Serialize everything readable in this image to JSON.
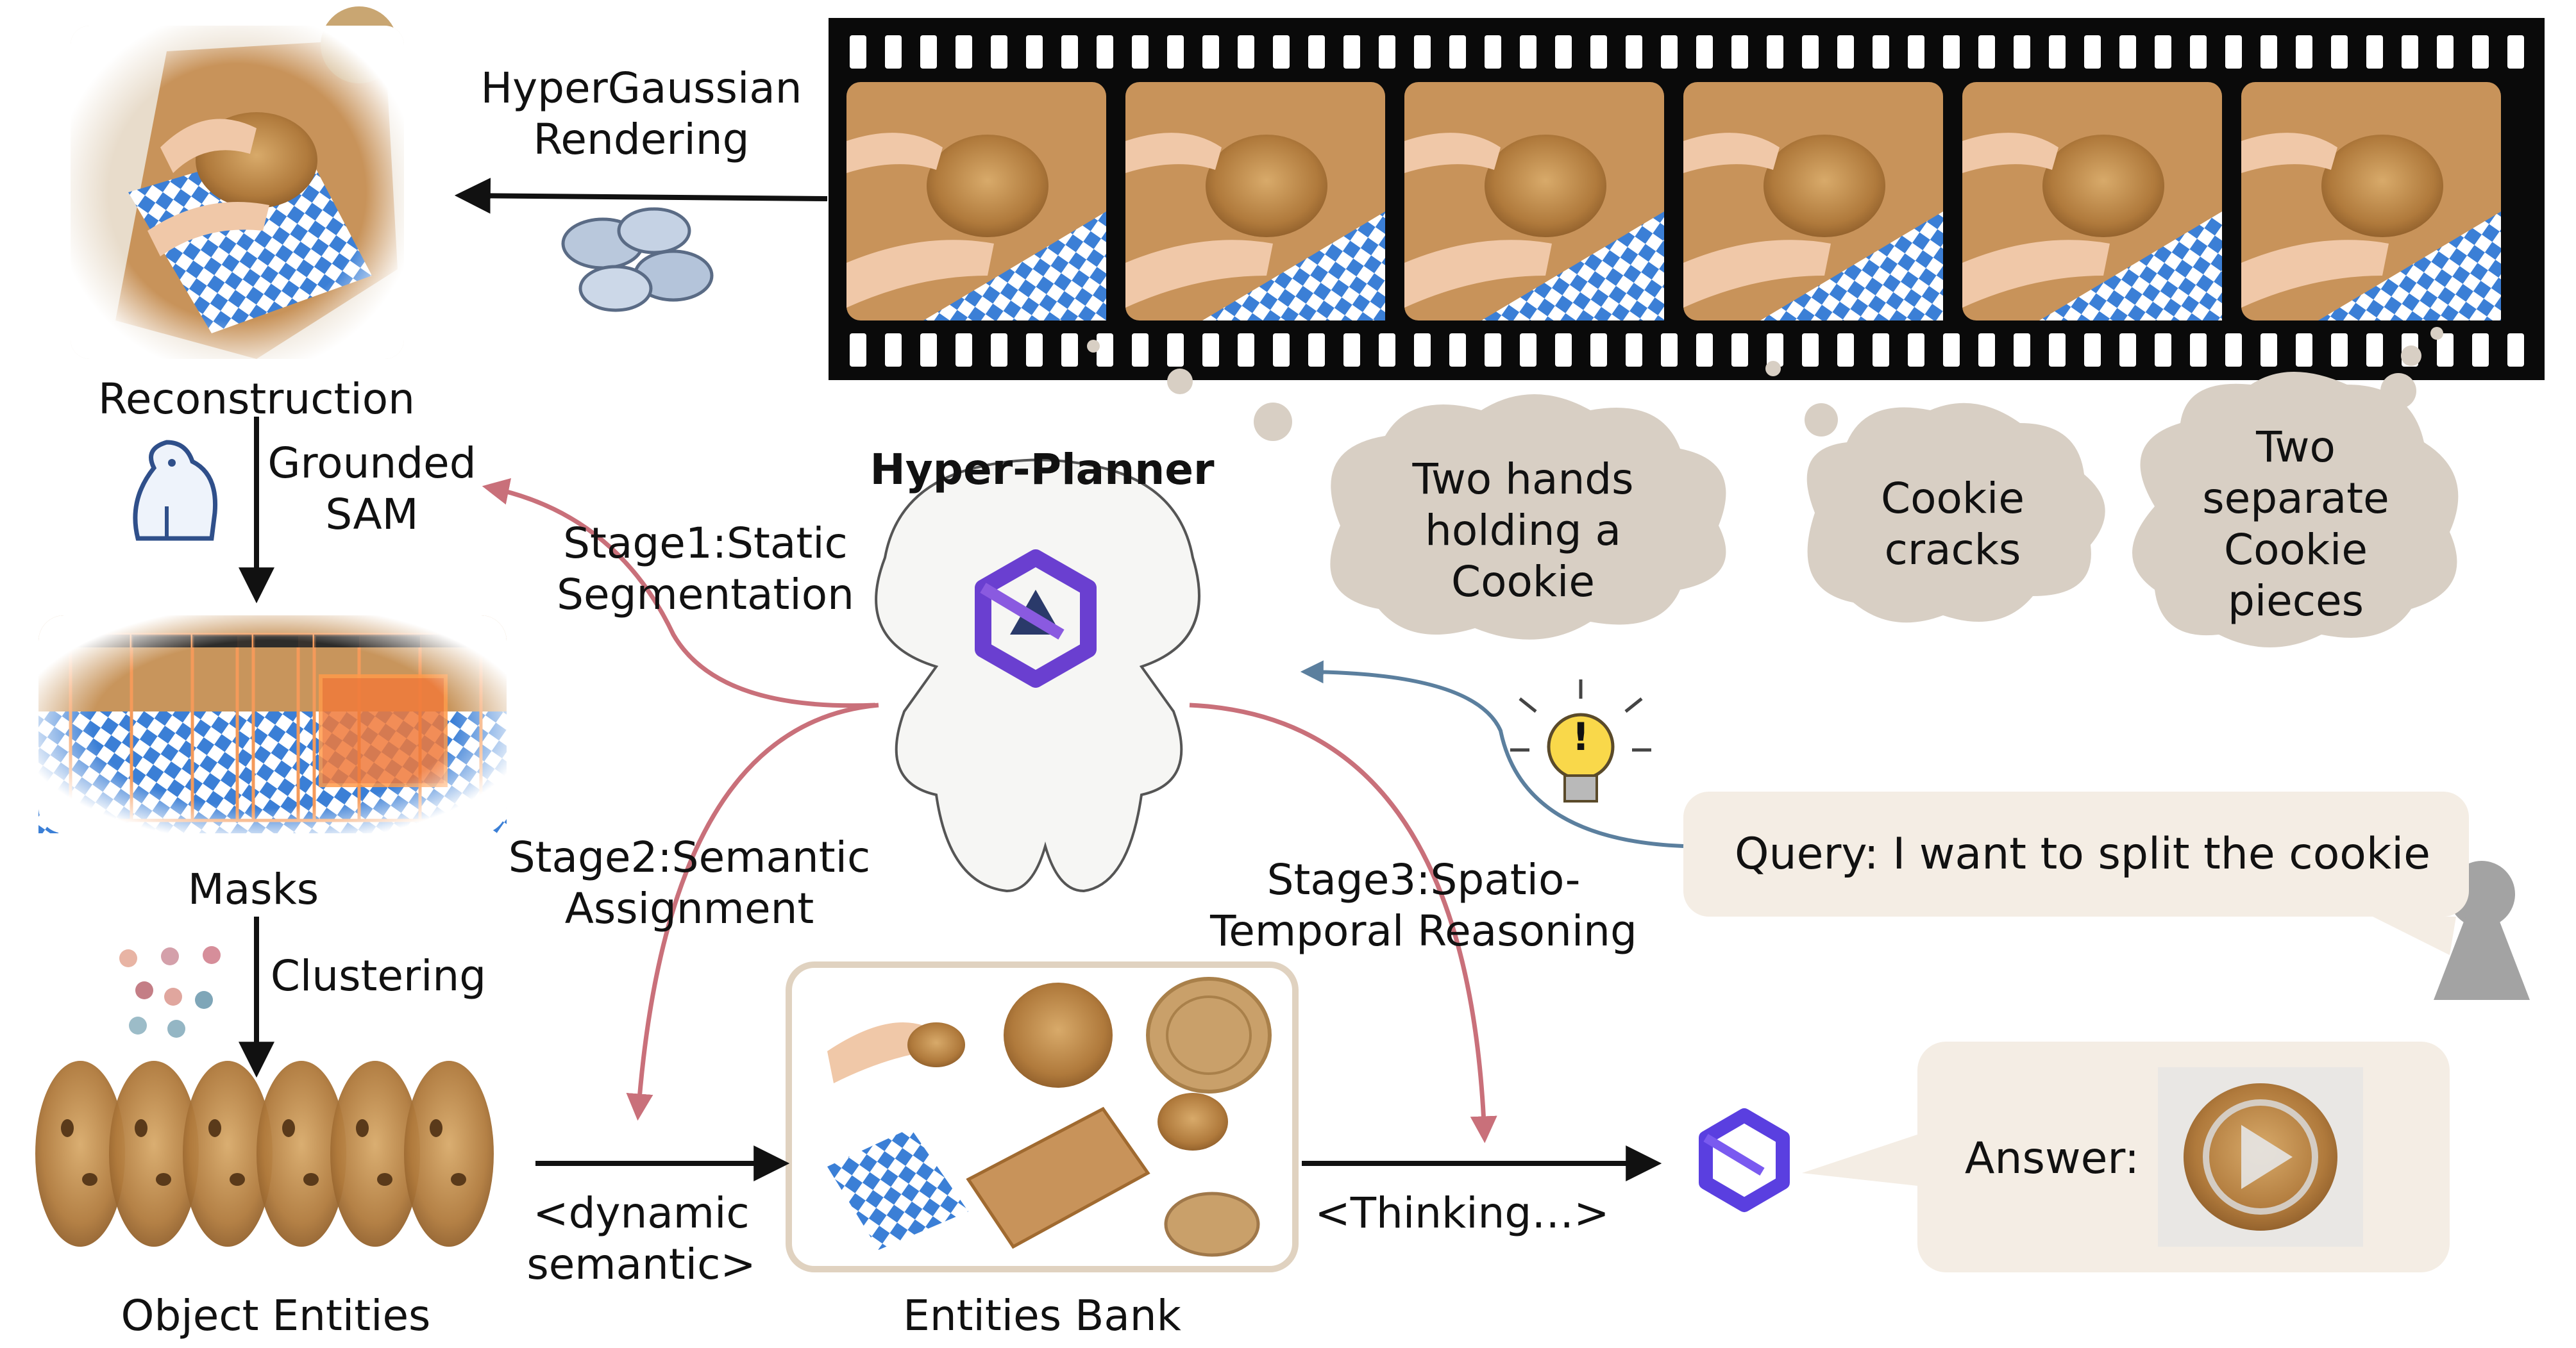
{
  "labels": {
    "hypergaussian_line1": "HyperGaussian",
    "hypergaussian_line2": "Rendering",
    "reconstruction": "Reconstruction",
    "grounded_line1": "Grounded",
    "grounded_line2": "SAM",
    "masks": "Masks",
    "clustering": "Clustering",
    "object_entities": "Object Entities",
    "hyper_planner": "Hyper-Planner",
    "stage1_line1": "Stage1:Static",
    "stage1_line2": "Segmentation",
    "stage2_line1": "Stage2:Semantic",
    "stage2_line2": "Assignment",
    "stage3_line1": "Stage3:Spatio-",
    "stage3_line2": "Temporal Reasoning",
    "dynamic_line1": "<dynamic",
    "dynamic_line2": "semantic>",
    "entities_bank": "Entities Bank",
    "thinking": "<Thinking…>",
    "query": "Query:  I want to split the cookie",
    "answer": "Answer:"
  },
  "clouds": [
    {
      "lines": [
        "Two hands",
        "holding a",
        "Cookie"
      ]
    },
    {
      "lines": [
        "Cookie",
        "cracks"
      ]
    },
    {
      "lines": [
        "Two",
        "separate",
        "Cookie",
        "pieces"
      ]
    }
  ],
  "colors": {
    "arrow_black": "#111111",
    "arrow_red": "#c9707a",
    "arrow_blue": "#5b7f9e",
    "cloud": "#d8cfc4",
    "bubble": "#f4ede4",
    "qwen_purple": "#6a3fd0",
    "film": "#0a0a0a"
  }
}
